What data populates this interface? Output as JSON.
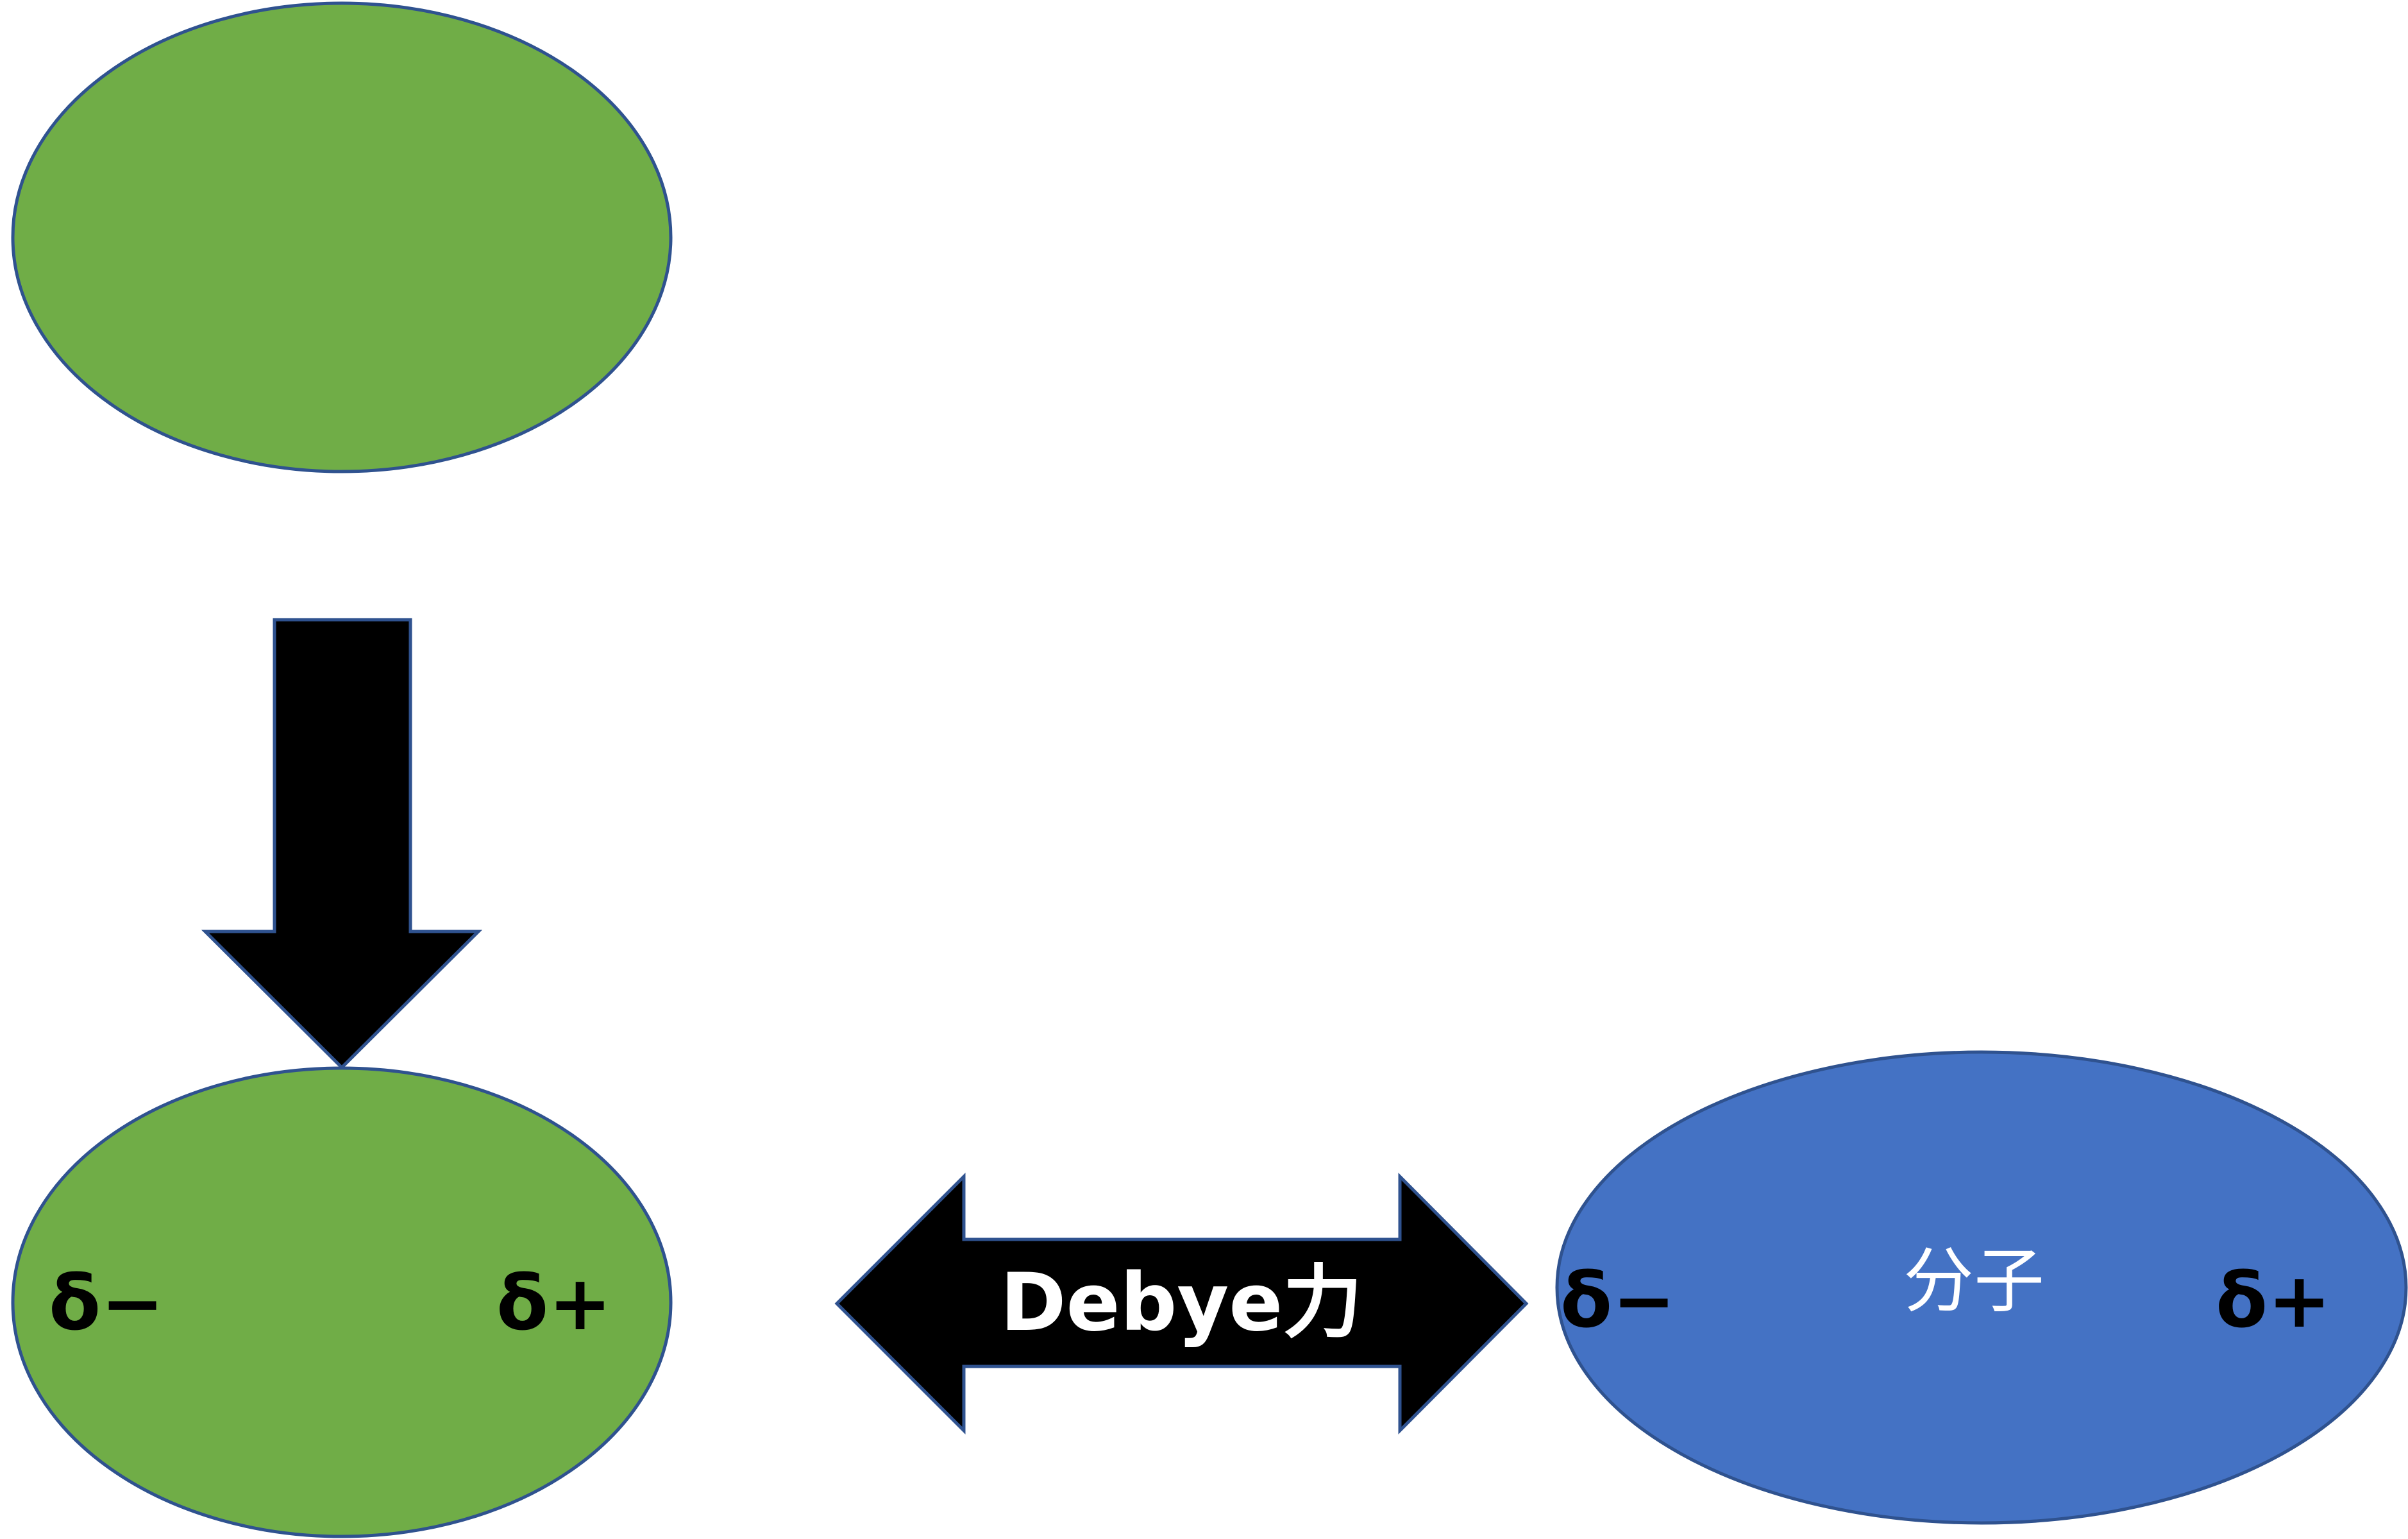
{
  "colors": {
    "polarized_molecule": "#70AD47",
    "polar_molecule": "#4472C4",
    "outline": "#2F528F",
    "arrow": "#000000",
    "background": "#FFFFFF"
  },
  "nonpolar_molecule": {},
  "induced_dipole_molecule": {
    "left_charge": "δ−",
    "right_charge": "δ+"
  },
  "interaction_arrow": {
    "label": "Debye力"
  },
  "polar_molecule": {
    "label": "分子",
    "left_charge": "δ−",
    "right_charge": "δ+"
  }
}
